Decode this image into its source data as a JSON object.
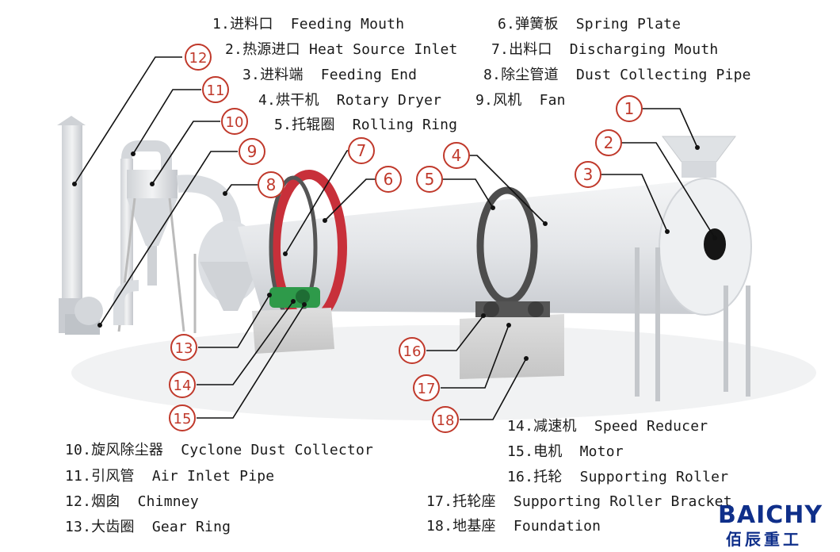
{
  "legend_top": [
    {
      "n": "1.",
      "cn": "进料口",
      "en": "Feeding Mouth"
    },
    {
      "n": "2.",
      "cn": "热源进口",
      "en": "Heat Source Inlet"
    },
    {
      "n": "3.",
      "cn": "进料端",
      "en": "Feeding End"
    },
    {
      "n": "4.",
      "cn": "烘干机",
      "en": "Rotary Dryer"
    },
    {
      "n": "5.",
      "cn": "托辊圈",
      "en": "Rolling Ring"
    },
    {
      "n": "6.",
      "cn": "弹簧板",
      "en": "Spring Plate"
    },
    {
      "n": "7.",
      "cn": "出料口",
      "en": "Discharging Mouth"
    },
    {
      "n": "8.",
      "cn": "除尘管道",
      "en": "Dust Collecting Pipe"
    },
    {
      "n": "9.",
      "cn": "风机",
      "en": "Fan"
    }
  ],
  "legend_bottom": [
    {
      "n": "10.",
      "cn": "旋风除尘器",
      "en": "Cyclone Dust Collector"
    },
    {
      "n": "11.",
      "cn": "引风管",
      "en": "Air Inlet Pipe"
    },
    {
      "n": "12.",
      "cn": "烟囱",
      "en": "Chimney"
    },
    {
      "n": "13.",
      "cn": "大齿圈",
      "en": "Gear Ring"
    },
    {
      "n": "14.",
      "cn": "减速机",
      "en": "Speed Reducer"
    },
    {
      "n": "15.",
      "cn": "电机",
      "en": "Motor"
    },
    {
      "n": "16.",
      "cn": "托轮",
      "en": "Supporting Roller"
    },
    {
      "n": "17.",
      "cn": "托轮座",
      "en": "Supporting Roller Bracket"
    },
    {
      "n": "18.",
      "cn": "地基座",
      "en": "Foundation"
    }
  ],
  "callouts": [
    "1",
    "2",
    "3",
    "4",
    "5",
    "6",
    "7",
    "8",
    "9",
    "10",
    "11",
    "12",
    "13",
    "14",
    "15",
    "16",
    "17",
    "18"
  ],
  "brand": {
    "name_en": "BAICHY",
    "name_cn": "佰辰重工",
    "color": "#0f2f8a"
  },
  "colors": {
    "callout_ring": "#c0392b",
    "gear_ring": "#c8303a",
    "motor": "#2e9a4a",
    "machine": "#e6e8eb",
    "foundation": "#d9d9d9"
  }
}
